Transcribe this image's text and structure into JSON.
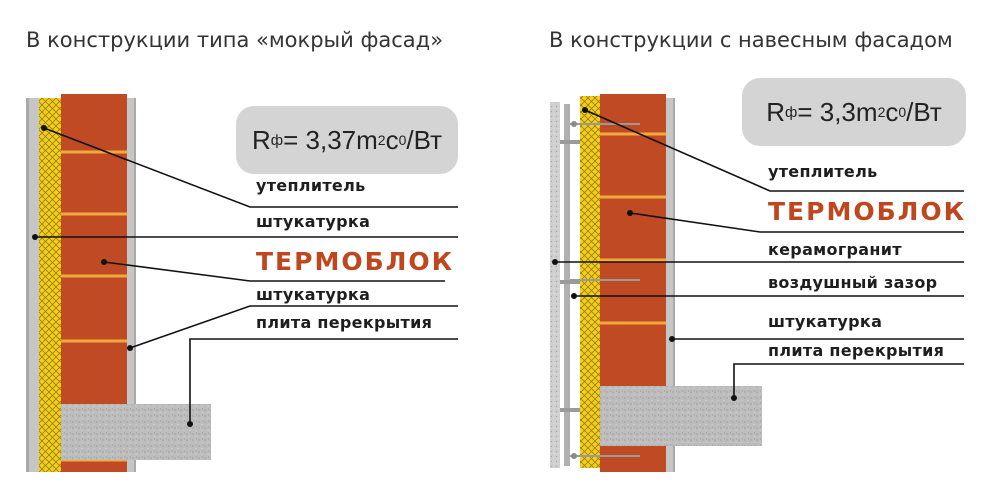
{
  "left": {
    "title": "В конструкции типа «мокрый фасад»",
    "resistance": {
      "prefix": "R",
      "sub": "ф",
      "value": "= 3,37m",
      "sup2": "2",
      "c": "c",
      "sup0": "0",
      "unit": " /Вт"
    },
    "labels": {
      "insulation": "утеплитель",
      "plaster_outer": "штукатурка",
      "brand": "ТЕРМОБЛОК",
      "plaster_inner": "штукатурка",
      "slab": "плита перекрытия"
    }
  },
  "right": {
    "title": "В конструкции с навесным фасадом",
    "resistance": {
      "prefix": "R",
      "sub": "ф",
      "value": "= 3,3m",
      "sup2": "2",
      "c": "c",
      "sup0": "0",
      "unit": " /Вт"
    },
    "labels": {
      "insulation": "утеплитель",
      "brand": "ТЕРМОБЛОК",
      "porcelain": "керамогранит",
      "air_gap": "воздушный зазор",
      "plaster": "штукатурка",
      "slab": "плита перекрытия"
    }
  },
  "colors": {
    "brick": "#bf4a24",
    "brick_joint": "#f2a93b",
    "insulation": "#f3d018",
    "plaster": "#c4c4c4",
    "slab": "#bcbcbc",
    "brand": "#c0461e",
    "box": "#d4d4d4"
  }
}
